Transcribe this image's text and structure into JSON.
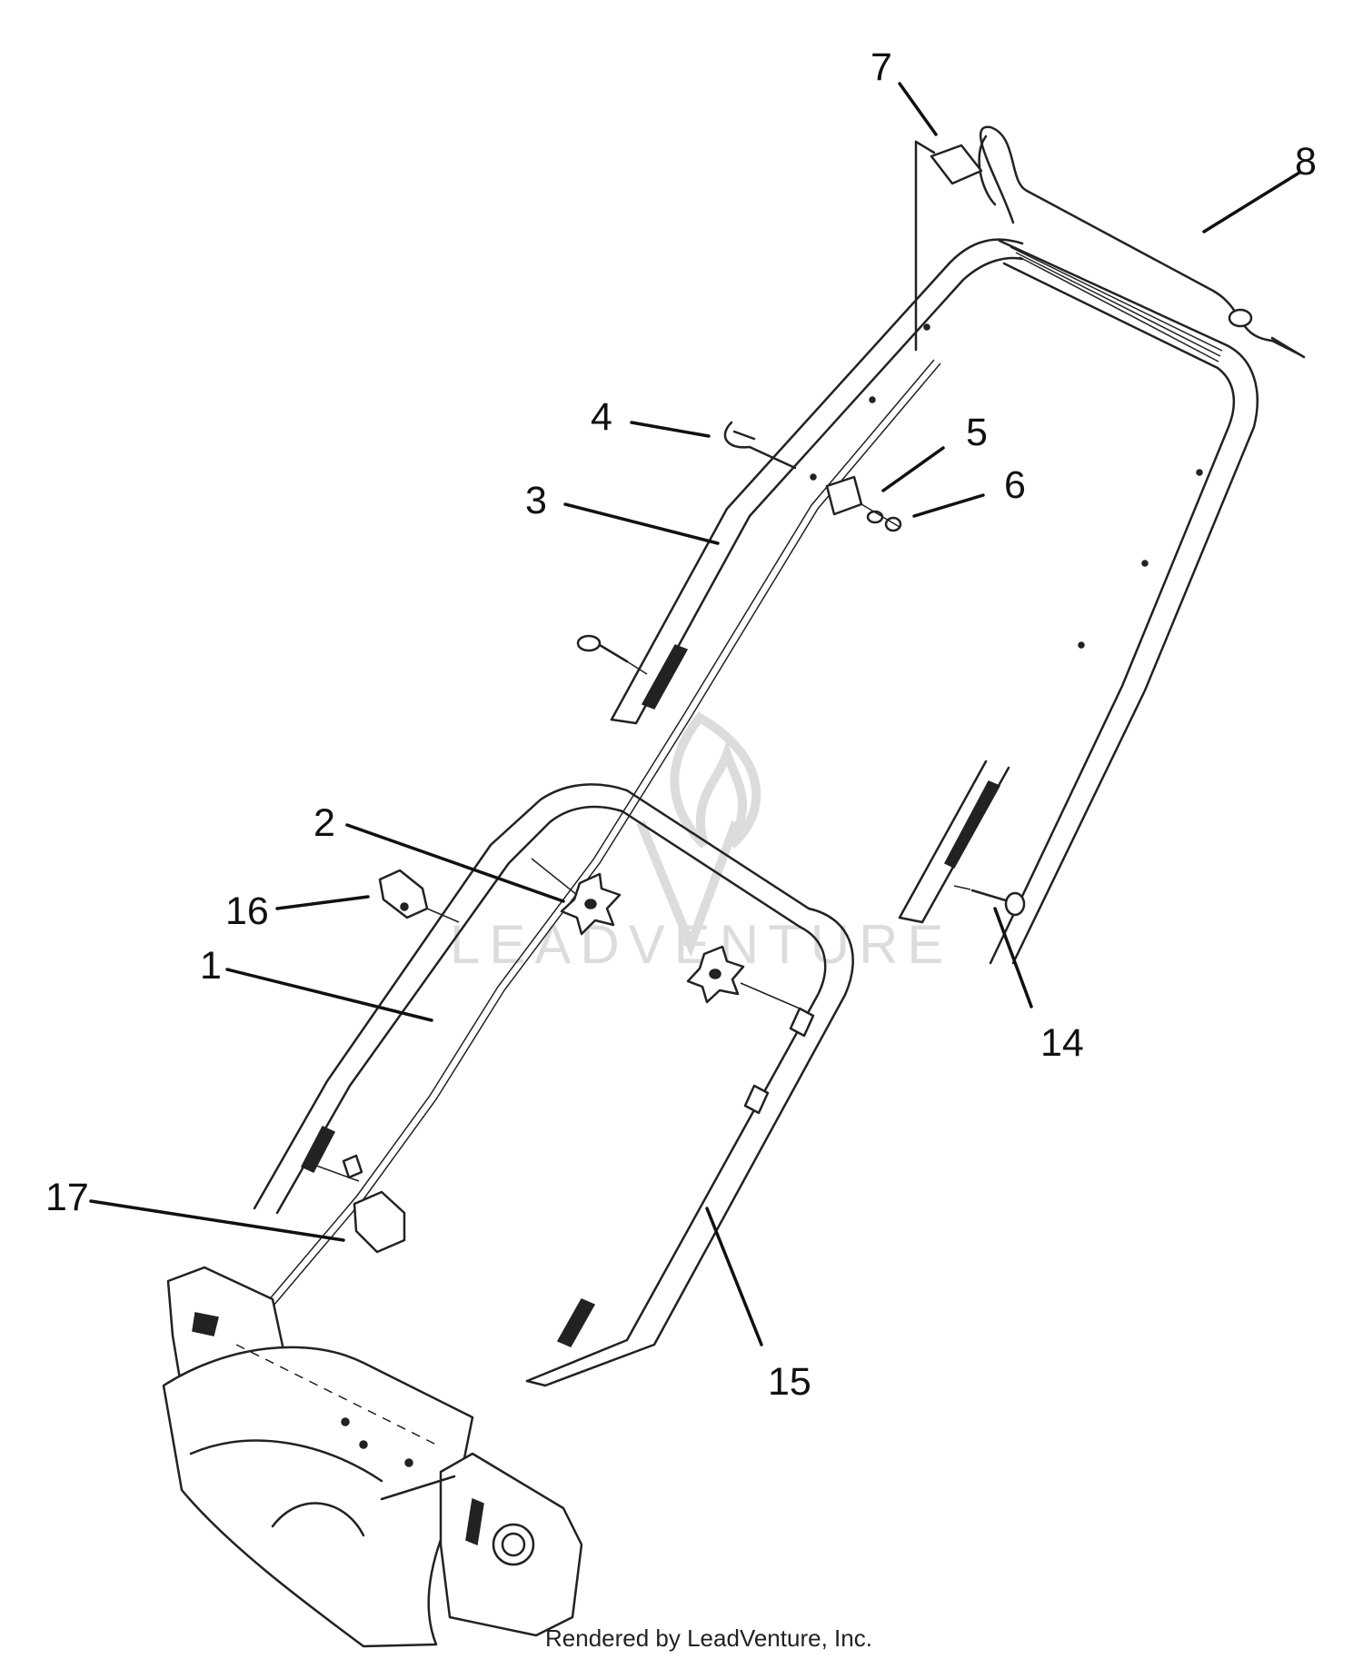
{
  "callouts": [
    {
      "id": "c7",
      "label": "7"
    },
    {
      "id": "c8",
      "label": "8"
    },
    {
      "id": "c4",
      "label": "4"
    },
    {
      "id": "c5",
      "label": "5"
    },
    {
      "id": "c6",
      "label": "6"
    },
    {
      "id": "c3",
      "label": "3"
    },
    {
      "id": "c2",
      "label": "2"
    },
    {
      "id": "c16",
      "label": "16"
    },
    {
      "id": "c1",
      "label": "1"
    },
    {
      "id": "c14",
      "label": "14"
    },
    {
      "id": "c17",
      "label": "17"
    },
    {
      "id": "c15",
      "label": "15"
    }
  ],
  "watermark_text": "LEADVENTURE",
  "footer_text": "Rendered by LeadVenture, Inc.",
  "colors": {
    "line": "#222222",
    "background": "#ffffff",
    "watermark": "#dcdcdc"
  }
}
